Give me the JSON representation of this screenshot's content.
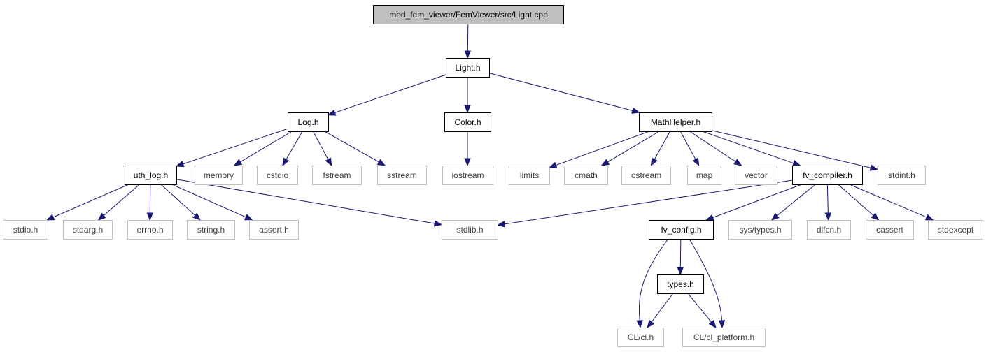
{
  "graph": {
    "nodes": [
      {
        "id": "light_cpp",
        "label": "mod_fem_viewer/FemViewer/src/Light.cpp",
        "kind": "root"
      },
      {
        "id": "light_h",
        "label": "Light.h",
        "kind": "documented"
      },
      {
        "id": "log_h",
        "label": "Log.h",
        "kind": "documented"
      },
      {
        "id": "color_h",
        "label": "Color.h",
        "kind": "documented"
      },
      {
        "id": "mathhelper_h",
        "label": "MathHelper.h",
        "kind": "documented"
      },
      {
        "id": "uth_log_h",
        "label": "uth_log.h",
        "kind": "documented"
      },
      {
        "id": "memory",
        "label": "memory",
        "kind": "external"
      },
      {
        "id": "cstdio",
        "label": "cstdio",
        "kind": "external"
      },
      {
        "id": "fstream",
        "label": "fstream",
        "kind": "external"
      },
      {
        "id": "sstream",
        "label": "sstream",
        "kind": "external"
      },
      {
        "id": "iostream",
        "label": "iostream",
        "kind": "external"
      },
      {
        "id": "limits",
        "label": "limits",
        "kind": "external"
      },
      {
        "id": "cmath",
        "label": "cmath",
        "kind": "external"
      },
      {
        "id": "ostream",
        "label": "ostream",
        "kind": "external"
      },
      {
        "id": "map",
        "label": "map",
        "kind": "external"
      },
      {
        "id": "vector",
        "label": "vector",
        "kind": "external"
      },
      {
        "id": "fv_compiler_h",
        "label": "fv_compiler.h",
        "kind": "documented"
      },
      {
        "id": "stdint_h",
        "label": "stdint.h",
        "kind": "external"
      },
      {
        "id": "stdio_h",
        "label": "stdio.h",
        "kind": "external"
      },
      {
        "id": "stdarg_h",
        "label": "stdarg.h",
        "kind": "external"
      },
      {
        "id": "errno_h",
        "label": "errno.h",
        "kind": "external"
      },
      {
        "id": "string_h",
        "label": "string.h",
        "kind": "external"
      },
      {
        "id": "assert_h",
        "label": "assert.h",
        "kind": "external"
      },
      {
        "id": "stdlib_h",
        "label": "stdlib.h",
        "kind": "external"
      },
      {
        "id": "fv_config_h",
        "label": "fv_config.h",
        "kind": "documented"
      },
      {
        "id": "sys_types_h",
        "label": "sys/types.h",
        "kind": "external"
      },
      {
        "id": "dlfcn_h",
        "label": "dlfcn.h",
        "kind": "external"
      },
      {
        "id": "cassert",
        "label": "cassert",
        "kind": "external"
      },
      {
        "id": "stdexcept",
        "label": "stdexcept",
        "kind": "external"
      },
      {
        "id": "types_h",
        "label": "types.h",
        "kind": "documented"
      },
      {
        "id": "cl_cl_h",
        "label": "CL/cl.h",
        "kind": "external"
      },
      {
        "id": "cl_platform_h",
        "label": "CL/cl_platform.h",
        "kind": "external"
      }
    ],
    "edges": [
      {
        "from": "light_cpp",
        "to": "light_h"
      },
      {
        "from": "light_h",
        "to": "log_h"
      },
      {
        "from": "light_h",
        "to": "color_h"
      },
      {
        "from": "light_h",
        "to": "mathhelper_h"
      },
      {
        "from": "log_h",
        "to": "uth_log_h"
      },
      {
        "from": "log_h",
        "to": "memory"
      },
      {
        "from": "log_h",
        "to": "cstdio"
      },
      {
        "from": "log_h",
        "to": "fstream"
      },
      {
        "from": "log_h",
        "to": "sstream"
      },
      {
        "from": "color_h",
        "to": "iostream"
      },
      {
        "from": "mathhelper_h",
        "to": "limits"
      },
      {
        "from": "mathhelper_h",
        "to": "cmath"
      },
      {
        "from": "mathhelper_h",
        "to": "ostream"
      },
      {
        "from": "mathhelper_h",
        "to": "map"
      },
      {
        "from": "mathhelper_h",
        "to": "vector"
      },
      {
        "from": "mathhelper_h",
        "to": "fv_compiler_h"
      },
      {
        "from": "mathhelper_h",
        "to": "stdint_h"
      },
      {
        "from": "uth_log_h",
        "to": "stdio_h"
      },
      {
        "from": "uth_log_h",
        "to": "stdarg_h"
      },
      {
        "from": "uth_log_h",
        "to": "errno_h"
      },
      {
        "from": "uth_log_h",
        "to": "string_h"
      },
      {
        "from": "uth_log_h",
        "to": "assert_h"
      },
      {
        "from": "uth_log_h",
        "to": "stdlib_h"
      },
      {
        "from": "fv_compiler_h",
        "to": "stdlib_h"
      },
      {
        "from": "fv_compiler_h",
        "to": "fv_config_h"
      },
      {
        "from": "fv_compiler_h",
        "to": "sys_types_h"
      },
      {
        "from": "fv_compiler_h",
        "to": "dlfcn_h"
      },
      {
        "from": "fv_compiler_h",
        "to": "cassert"
      },
      {
        "from": "fv_compiler_h",
        "to": "stdexcept"
      },
      {
        "from": "fv_config_h",
        "to": "cl_cl_h"
      },
      {
        "from": "fv_config_h",
        "to": "types_h"
      },
      {
        "from": "fv_config_h",
        "to": "cl_platform_h"
      },
      {
        "from": "types_h",
        "to": "cl_cl_h"
      },
      {
        "from": "types_h",
        "to": "cl_platform_h"
      }
    ]
  },
  "colors": {
    "edge": "#191970",
    "root_fill": "#bfbfbf",
    "documented_border": "#000000",
    "external_border": "#bfbfbf"
  }
}
